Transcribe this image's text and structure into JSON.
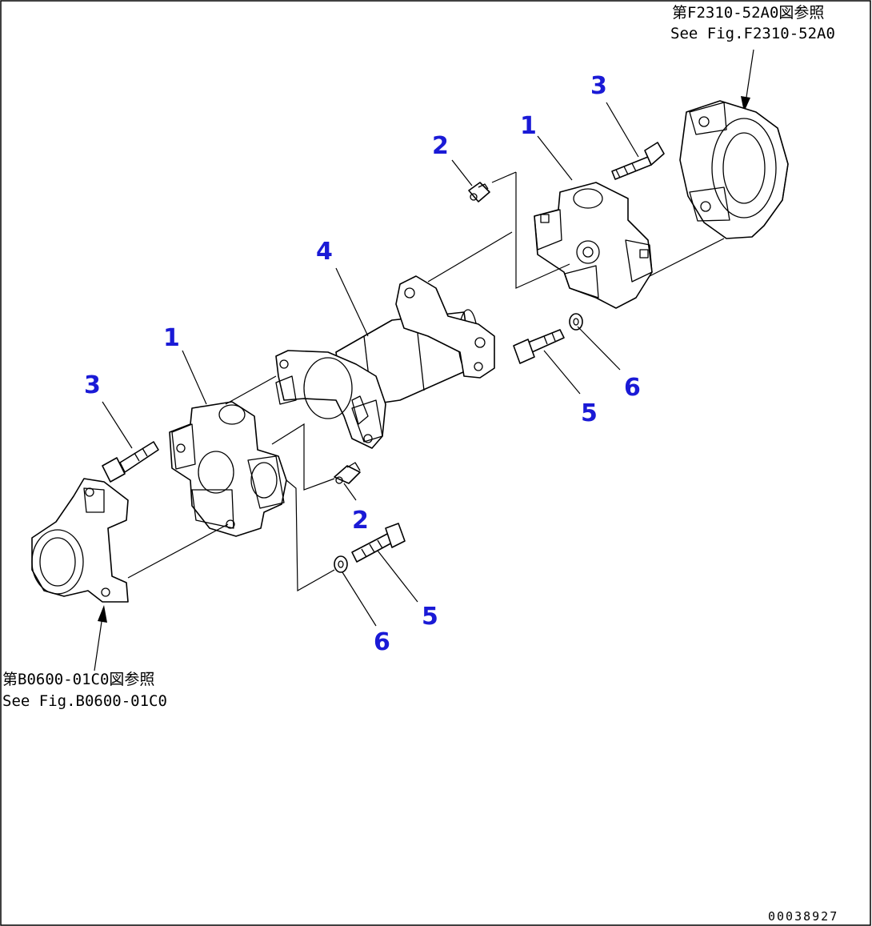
{
  "references": {
    "top_right": {
      "line1": "第F2310-52A0図参照",
      "line2": "See Fig.F2310-52A0"
    },
    "bottom_left": {
      "line1": "第B0600-01C0図参照",
      "line2": "See Fig.B0600-01C0"
    }
  },
  "callouts": {
    "spider_right": "1",
    "spider_left": "1",
    "grease_fitting_top": "2",
    "grease_fitting_bottom": "2",
    "bolt_top_right": "3",
    "bolt_left": "3",
    "shaft": "4",
    "bolt_5_right": "5",
    "bolt_5_lower": "5",
    "washer_right": "6",
    "washer_lower": "6"
  },
  "drawing_code": "00038927",
  "colors": {
    "callout": "#1a1ad6",
    "line": "#000000"
  }
}
